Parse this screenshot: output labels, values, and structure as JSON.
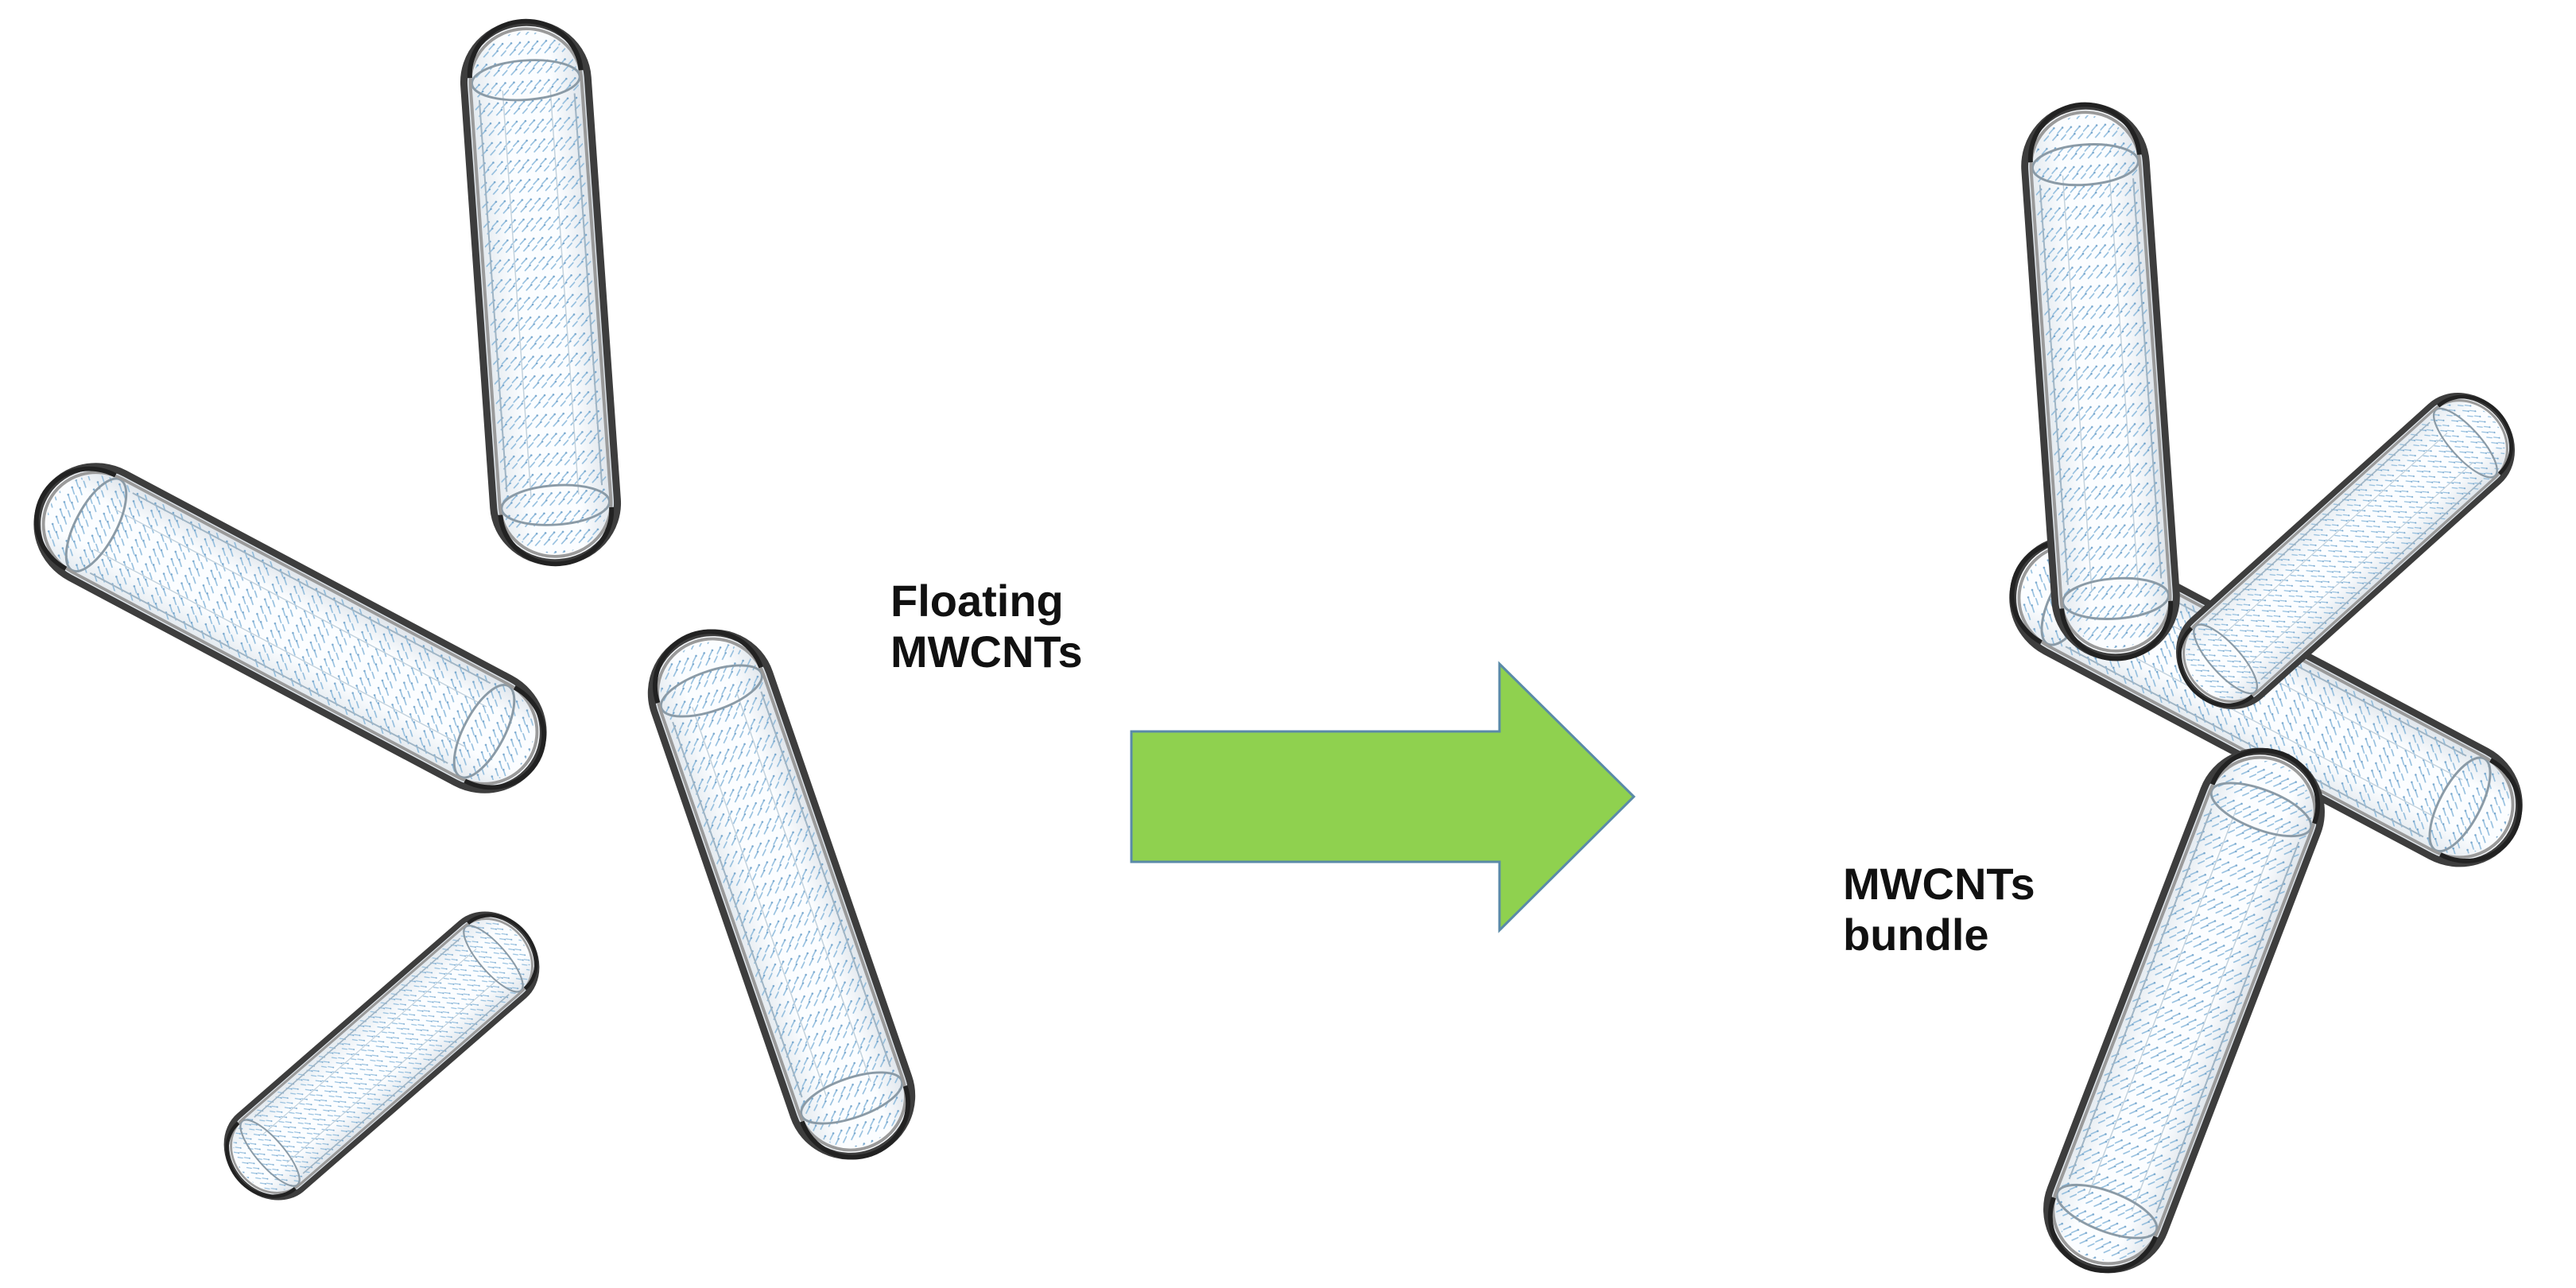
{
  "labels": {
    "floating": [
      "Floating",
      "MWCNTs"
    ],
    "bundle": [
      "MWCNTs",
      "bundle"
    ]
  },
  "colors": {
    "background": "#ffffff",
    "arrow_fill": "#8fd14f",
    "arrow_stroke": "#5a8aa8",
    "tube_outline": "#555555",
    "tube_fill": "#f6f9fb",
    "tube_lattice": "#7fb2d8",
    "text": "#111111"
  },
  "icons": {
    "arrow": "right-arrow-icon",
    "tube": "nanotube-capsule-icon"
  },
  "diagram": {
    "left_group": "floating",
    "right_group": "bundle",
    "left_tube_count": 4,
    "right_tube_count": 4
  }
}
